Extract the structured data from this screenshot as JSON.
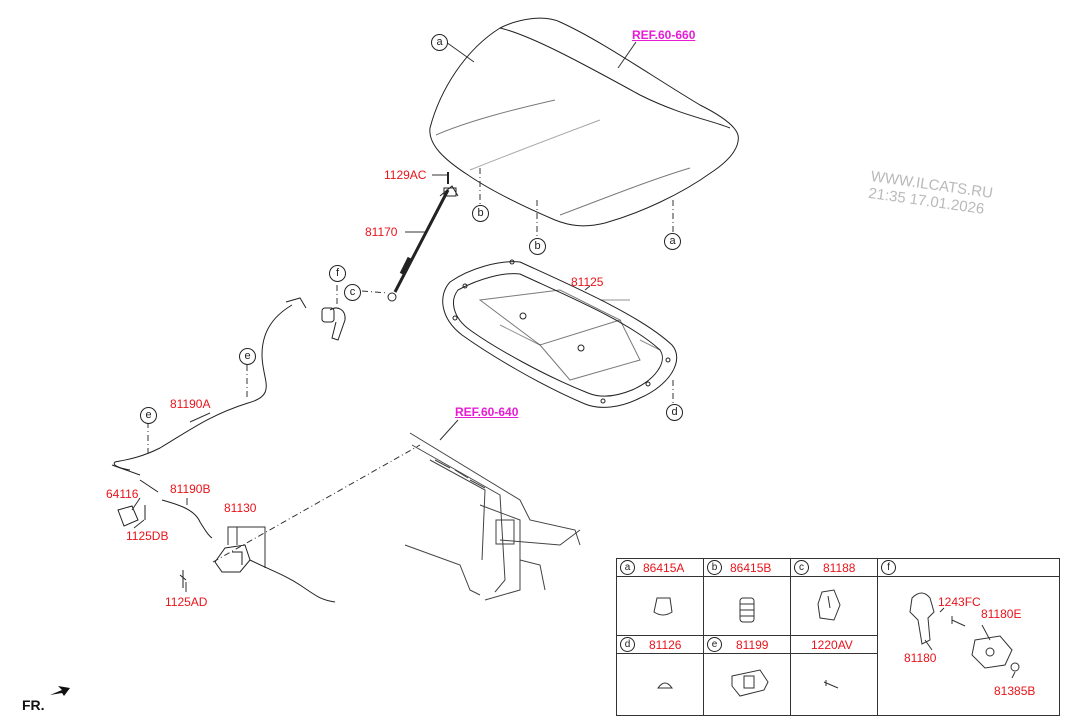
{
  "watermark": {
    "line1": "WWW.ILCATS.RU",
    "line2": "21:35 17.01.2026"
  },
  "refs": {
    "hood": "REF.60-660",
    "carrier": "REF.60-640"
  },
  "labels": {
    "p1129AC": "1129AC",
    "p81170": "81170",
    "p81125": "81125",
    "p81190A": "81190A",
    "p64116": "64116",
    "p81190B": "81190B",
    "p81130": "81130",
    "p1125DB": "1125DB",
    "p1125AD": "1125AD"
  },
  "callouts": {
    "a1": "a",
    "a2": "a",
    "b1": "b",
    "b2": "b",
    "c1": "c",
    "d1": "d",
    "e1": "e",
    "e2": "e",
    "f1": "f"
  },
  "legend": {
    "row1": [
      {
        "key": "a",
        "part": "86415A"
      },
      {
        "key": "b",
        "part": "86415B"
      },
      {
        "key": "c",
        "part": "81188"
      }
    ],
    "row2": [
      {
        "key": "d",
        "part": "81126"
      },
      {
        "key": "e",
        "part": "81199"
      },
      {
        "key": "",
        "part": "1220AV"
      }
    ],
    "f": {
      "key": "f",
      "parts": {
        "p1243FC": "1243FC",
        "p81180E": "81180E",
        "p81180": "81180",
        "p81385B": "81385B"
      }
    }
  },
  "footer": {
    "direction": "FR."
  }
}
